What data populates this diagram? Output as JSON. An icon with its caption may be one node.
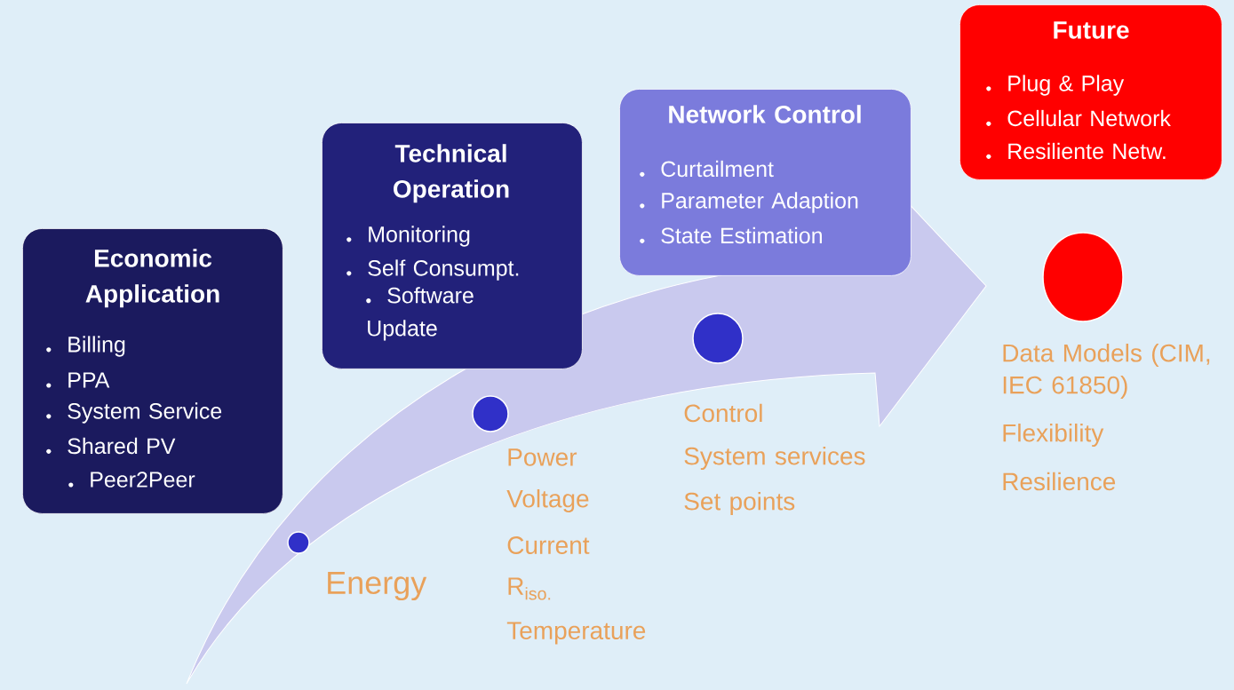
{
  "diagram": {
    "nodes": [
      {
        "text": [
          "Economic Application",
          "Billing",
          "PPA",
          "System Service",
          "Shared PV",
          "Peer2Peer"
        ]
      },
      {
        "text": [
          "Technical Operation",
          "Monitoring",
          "Self Consumpt.",
          "Software Update"
        ]
      },
      {
        "text": [
          "Network Control",
          "Curtailment",
          "Parameter Adaption",
          "State Estimation"
        ]
      },
      {
        "text": [
          "Future",
          "Plug & Play",
          "Cellular Network",
          "Resiliente Netw."
        ]
      },
      {
        "text": [],
        "shape": "circle",
        "beside": [
          "Energy"
        ]
      },
      {
        "text": [],
        "shape": "circle",
        "beside": [
          "Power",
          "Voltage",
          "Current",
          "R$_{iso.}$",
          "Temperature"
        ]
      },
      {
        "text": [],
        "shape": "circle",
        "beside": [
          "Control",
          "System services",
          "Set points"
        ]
      },
      {
        "text": [],
        "shape": "circle",
        "beside": [
          "Data Models (CIM, IEC 61850)",
          "Flexibility",
          "Resilience"
        ]
      }
    ],
    "edges": []
  }
}
